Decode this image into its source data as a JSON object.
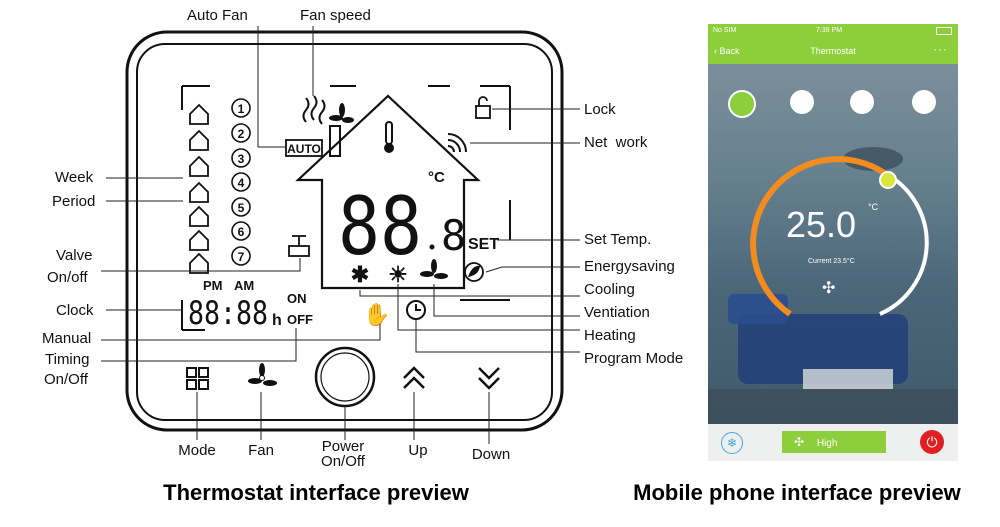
{
  "thermostat": {
    "callouts": {
      "auto_fan": "Auto Fan",
      "fan_speed": "Fan speed",
      "lock": "Lock",
      "network": "Net  work",
      "week": "Week",
      "period": "Period",
      "valve_line1": "Valve",
      "valve_line2": "On/off",
      "set_temp": "Set Temp.",
      "energysaving": "Energysaving",
      "cooling": "Cooling",
      "ventilation": "Ventiation",
      "clock": "Clock",
      "manual": "Manual",
      "heating": "Heating",
      "timing_line1": "Timing",
      "timing_line2": "On/Off",
      "program_mode": "Program Mode"
    },
    "lcd": {
      "auto": "AUTO",
      "days": [
        "1",
        "2",
        "3",
        "4",
        "5",
        "6",
        "7"
      ],
      "pm": "PM",
      "am": "AM",
      "on": "ON",
      "off": "OFF",
      "hour_unit": "h",
      "clock_digits": "88:88",
      "big_digits": "88",
      "small_digit": "8",
      "celsius": "°C",
      "set": "SET"
    },
    "buttons": {
      "mode": "Mode",
      "fan": "Fan",
      "power_line1": "Power",
      "power_line2": "On/Off",
      "up": "Up",
      "down": "Down"
    },
    "caption": "Thermostat interface preview"
  },
  "phone": {
    "status": {
      "carrier": "No SIM",
      "time": "7:39 PM"
    },
    "nav": {
      "back": "Back",
      "title": "Thermostat",
      "more": "···"
    },
    "temperature": "25.0",
    "unit": "°C",
    "current": "Current 23.5°C",
    "fan_button": "High",
    "caption": "Mobile phone interface preview"
  },
  "colors": {
    "app_green": "#8ccf3a",
    "arc_orange": "#f28c1e",
    "knob_yellow": "#d8e83a",
    "power_red": "#e02020"
  }
}
